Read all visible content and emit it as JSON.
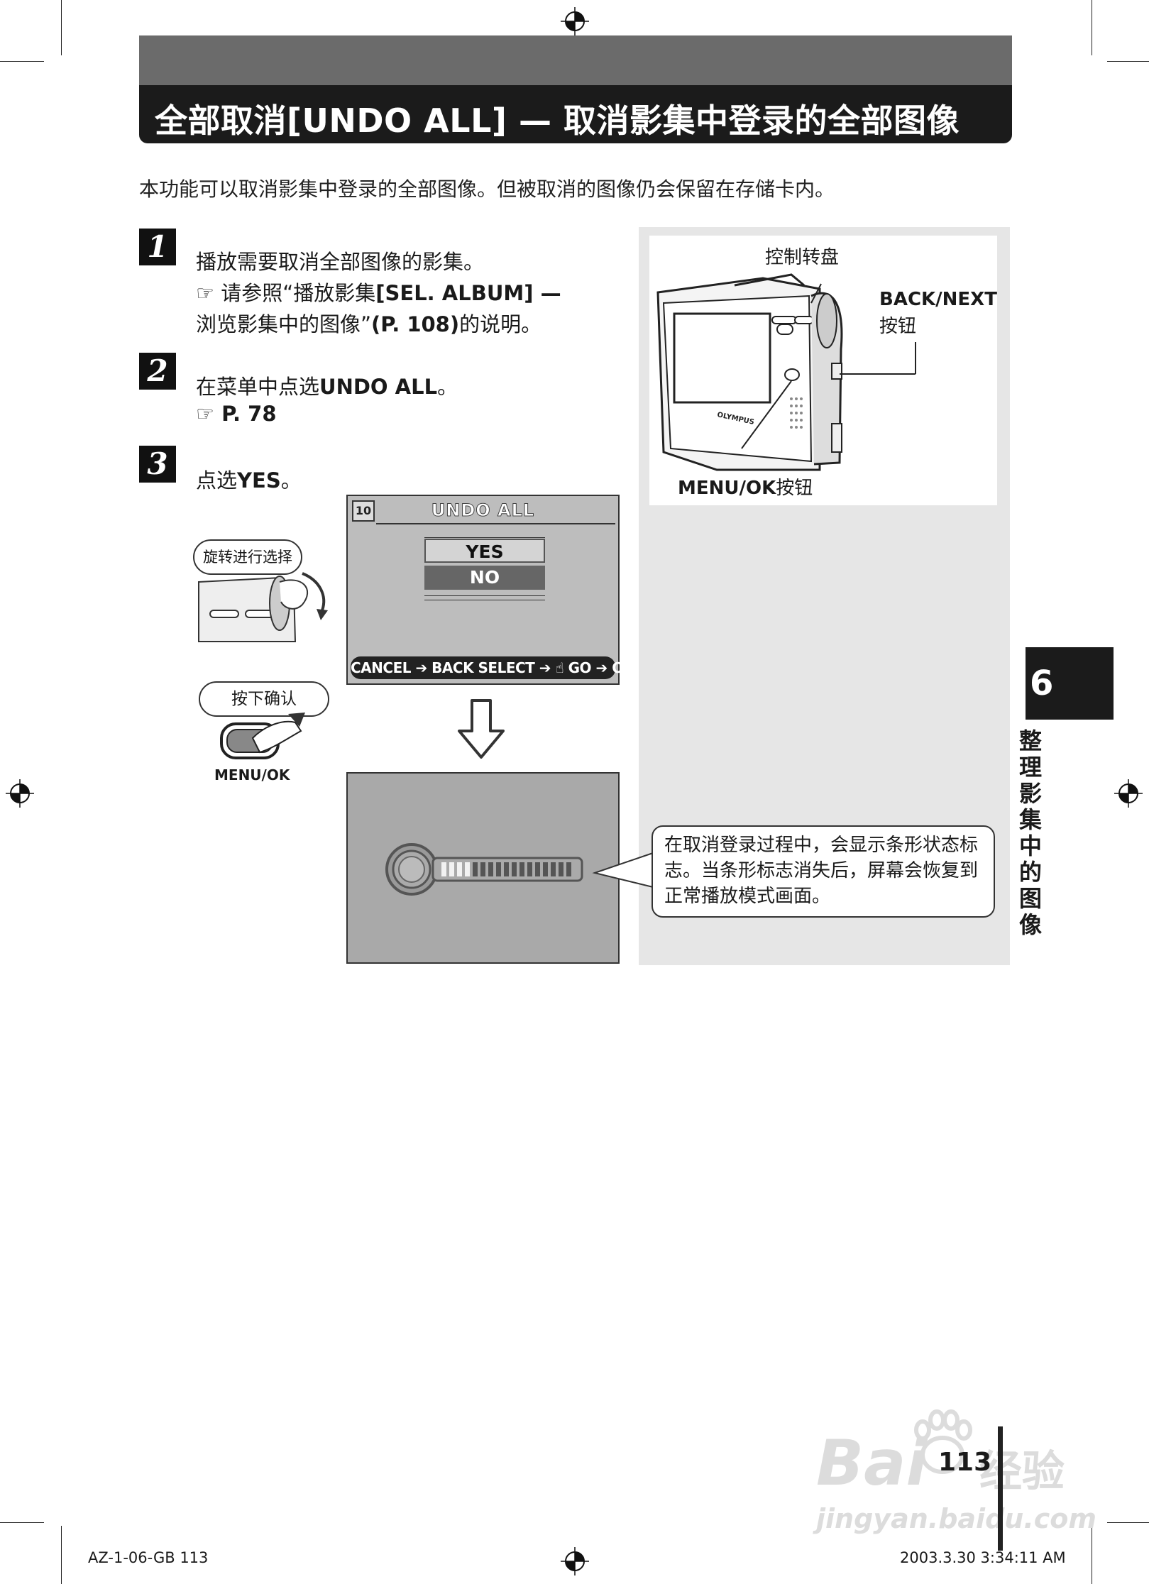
{
  "header": {
    "title": "全部取消[UNDO ALL] — 取消影集中登录的全部图像"
  },
  "intro": "本功能可以取消影集中登录的全部图像。但被取消的图像仍会保留在存储卡内。",
  "steps": [
    {
      "number": "1",
      "line1": "播放需要取消全部图像的影集。",
      "ref_icon": "☞",
      "line2_pre": " 请参照“播放影集",
      "line2_bold": "[SEL. ALBUM] —",
      "line3_pre": "浏览影集中的图像”",
      "line3_bold": "(P. 108)",
      "line3_post": "的说明。"
    },
    {
      "number": "2",
      "line1_pre": "在菜单中点选",
      "line1_bold": "UNDO ALL",
      "line1_post": "。",
      "ref_icon": "☞",
      "ref_text": " P. 78"
    },
    {
      "number": "3",
      "line1_pre": "点选",
      "line1_bold": "YES",
      "line1_post": "。"
    }
  ],
  "camera_diagram": {
    "dial_label": "控制转盘",
    "back_next_label": "BACK/NEXT",
    "back_next_suffix": "按钮",
    "menu_ok_label": "MENU/OK",
    "menu_ok_suffix": "按钮",
    "brand": "OLYMPUS"
  },
  "lcd_screen": {
    "icon": "10",
    "title": "UNDO ALL",
    "options": [
      "YES",
      "NO"
    ],
    "selected_option": "NO",
    "footer": "CANCEL ➔ BACK  SELECT ➔ ☝  GO ➔ OK"
  },
  "hand_bubbles": {
    "rotate": "旋转进行选择",
    "press": "按下确认",
    "button_label": "MENU/OK"
  },
  "callout": "在取消登录过程中，会显示条形状态标志。当条形标志消失后，屏幕会恢复到正常播放模式画面。",
  "chapter": {
    "number": "6",
    "title": "整理影集中的图像"
  },
  "page_number": "113",
  "footer": {
    "left": "AZ-1-06-GB   113",
    "right": "2003.3.30   3:34:11 AM"
  },
  "watermark": {
    "brand": "Bai",
    "brand_suffix": "经验",
    "url": "jingyan.baidu.com"
  },
  "colors": {
    "title_bar": "#1b1b1b",
    "title_bar_top": "#6b6b6b",
    "panel": "#e6e6e6",
    "lcd": "#bdbdbd",
    "progress_screen": "#a9a9a9"
  }
}
